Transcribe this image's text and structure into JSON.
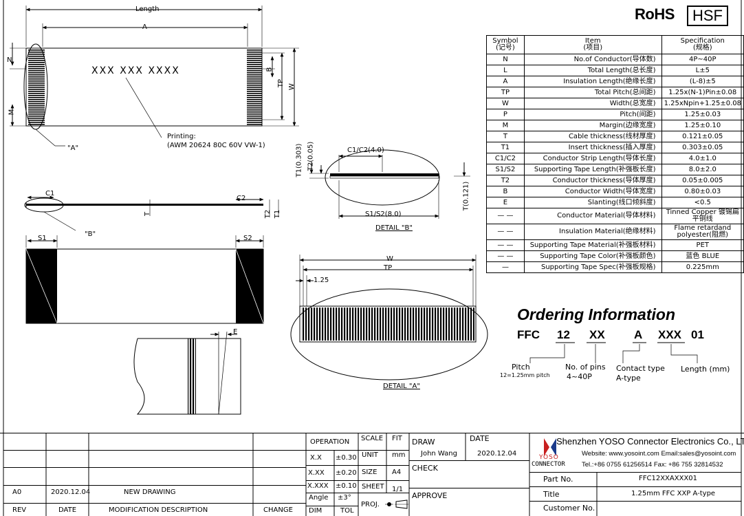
{
  "badges": {
    "rohs": "RoHS",
    "hsf": "HSF"
  },
  "labels": {
    "length": "Length",
    "a": "A",
    "printing_1": "Printing:",
    "printing_2": "(AWM 20624 80C 60V VW-1)",
    "marking": "XXX XXX XXXX",
    "view_a": "\"A\"",
    "view_b": "\"B\"",
    "n": "N",
    "m": "M",
    "b": "B",
    "tp": "TP",
    "w": "W",
    "c1": "C1",
    "c2": "C2",
    "t": "T",
    "t2": "T2",
    "t1": "T1",
    "s1": "S1",
    "s2": "S2",
    "t1_dim": "T1(0.303)",
    "t2_dim": "T2(0.05)",
    "c1c2_dim": "C1/C2(4.0)",
    "t_dim": "T(0.121)",
    "s1s2_dim": "S1/S2(8.0)",
    "detail_b": "DETAIL \"B\"",
    "w2": "W",
    "tp2": "TP",
    "pitch_dim": "1.25",
    "detail_a": "DETAIL \"A\"",
    "e": "E"
  },
  "spec_table": {
    "headers": [
      [
        "Symbol",
        "(记号)"
      ],
      [
        "Item",
        "(项目)"
      ],
      [
        "Specification",
        "(规格)"
      ]
    ],
    "rows": [
      [
        "N",
        "No.of Conductor(导体数)",
        "4P~40P"
      ],
      [
        "L",
        "Total Length(总长度)",
        "L±5"
      ],
      [
        "A",
        "Insulation Length(绝缘长度)",
        "(L-8)±5"
      ],
      [
        "TP",
        "Total Pitch(总间距)",
        "1.25x(N-1)Pin±0.08"
      ],
      [
        "W",
        "Width(总宽度)",
        "1.25xNpin+1.25±0.08"
      ],
      [
        "P",
        "Pitch(间距)",
        "1.25±0.03"
      ],
      [
        "M",
        "Margin(边缘宽度)",
        "1.25±0.10"
      ],
      [
        "T",
        "Cable thickness(线材厚度)",
        "0.121±0.05"
      ],
      [
        "T1",
        "Insert thickness(插入厚度)",
        "0.303±0.05"
      ],
      [
        "C1/C2",
        "Conductor Strip Length(导体长度)",
        "4.0±1.0"
      ],
      [
        "S1/S2",
        "Supporting Tape Length(补强板长度)",
        "8.0±2.0"
      ],
      [
        "T2",
        "Conductor thickness(导体厚度)",
        "0.05±0.005"
      ],
      [
        "B",
        "Conductor Width(导体宽度)",
        "0.80±0.03"
      ],
      [
        "E",
        "Slanting(线口倾斜度)",
        "<0.5"
      ],
      [
        "— —",
        "Conductor Material(导体材料)",
        "Tinned Copper 镀锡扁平铜线"
      ],
      [
        "— —",
        "Insulation Material(绝缘材料)",
        "Flame retardand polyester(阻燃)"
      ],
      [
        "— —",
        "Supporting Tape Material(补强板材料)",
        "PET"
      ],
      [
        "— —",
        "Supporting Tape Color(补强板颜色)",
        "蓝色 BLUE"
      ],
      [
        "—",
        "Supporting Tape Spec(补强板规格)",
        "0.225mm"
      ]
    ]
  },
  "ordering": {
    "title": "Ordering Information",
    "code": [
      "FFC",
      "12",
      "XX",
      "A",
      "XXX",
      "01"
    ],
    "pitch": "Pitch",
    "pitch_note": "12=1.25mm pitch",
    "pins_1": "No. of pins",
    "pins_2": "4~40P",
    "contact_1": "Contact type",
    "contact_2": "A-type",
    "length": "Length (mm)"
  },
  "title_block": {
    "rev_row": [
      "A0",
      "2020.12.04",
      "NEW DRAWING",
      ""
    ],
    "rev_hdr": [
      "REV",
      "DATE",
      "MODIFICATION DESCRIPTION",
      "CHANGE"
    ],
    "tol": [
      [
        "OPERATION",
        ""
      ],
      [
        "X.X",
        "±0.30"
      ],
      [
        "X.XX",
        "±0.20"
      ],
      [
        "X.XXX",
        "±0.10"
      ],
      [
        "Angle",
        "±3°"
      ],
      [
        "DIM",
        "TOL"
      ]
    ],
    "scale": "SCALE",
    "fit": "FIT",
    "unit": "UNIT",
    "unit_v": "mm",
    "size": "SIZE",
    "size_v": "A4",
    "sheet": "SHEET",
    "sheet_v": "1/1",
    "proj": "PROJ.",
    "draw": "DRAW",
    "draw_name": "John Wang",
    "date": "DATE",
    "date_v": "2020.12.04",
    "check": "CHECK",
    "approve": "APPROVE",
    "company": "Shenzhen YOSO Connector Electronics Co., LTD",
    "website": "Website: www.yosoint.com  Email:sales@yosoint.com",
    "tel": "Tel.:+86 0755 61256514  Fax: +86 755 32814532",
    "logo_1": "YOSO",
    "logo_2": "CONNECTOR",
    "part_no": "Part No.",
    "part_no_v": "FFC12XXAXXX01",
    "title": "Title",
    "title_v": "1.25mm FFC XXP A-type",
    "customer": "Customer No."
  }
}
